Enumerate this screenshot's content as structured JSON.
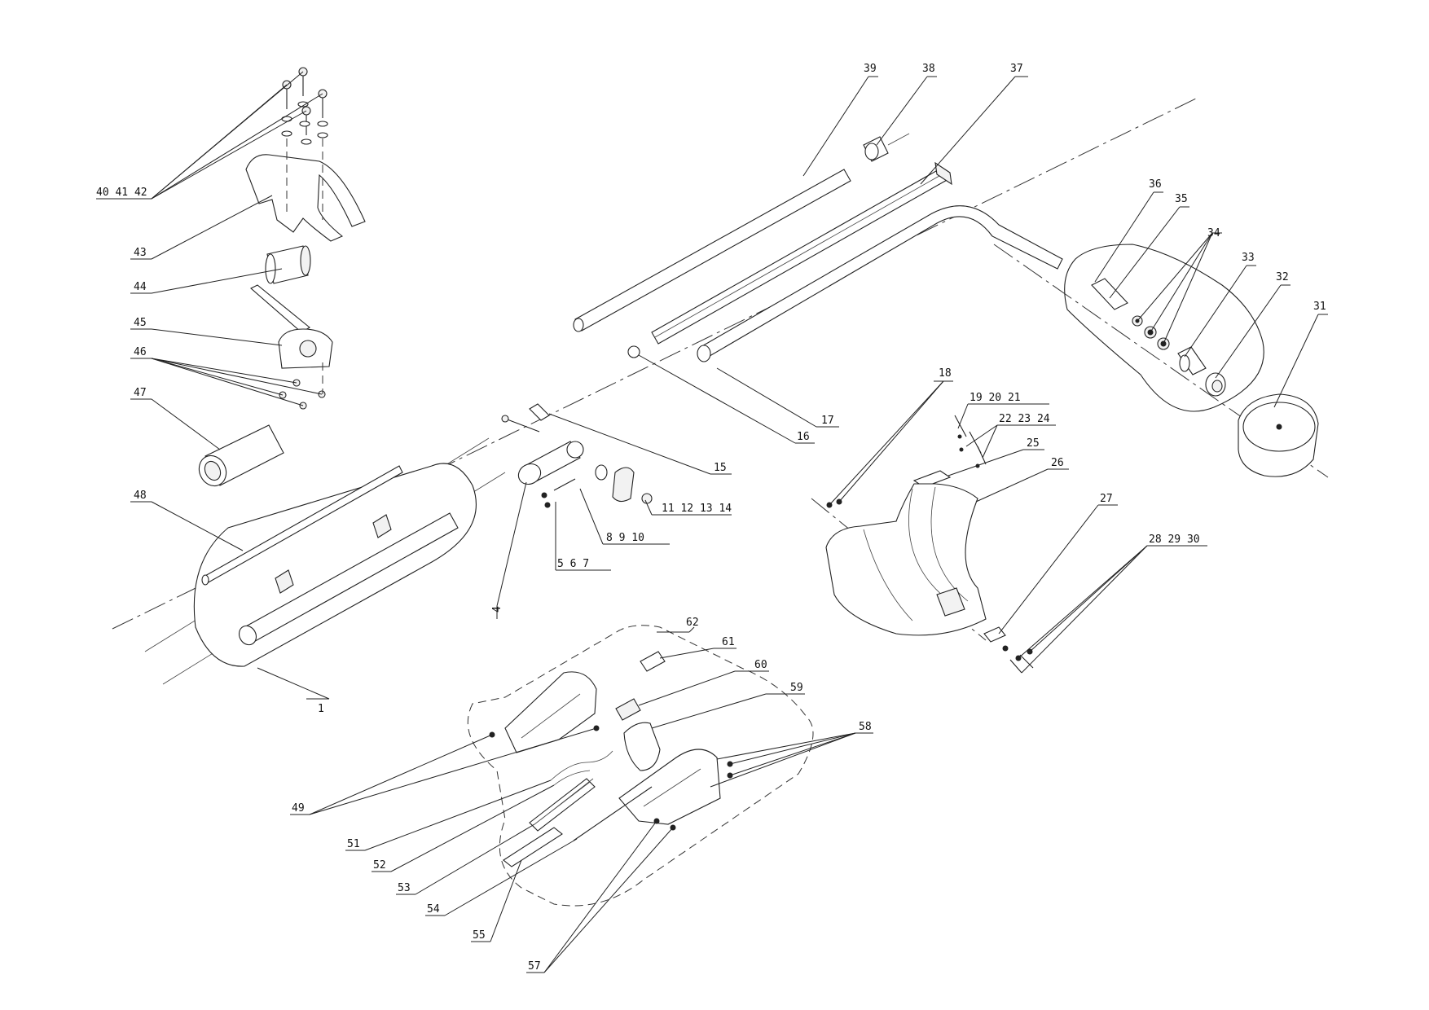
{
  "labels": {
    "l1": "1",
    "l4": "4",
    "l5_7": "5  6  7",
    "l8_10": "8  9  10",
    "l11_14": "11  12  13  14",
    "l15": "15",
    "l16": "16",
    "l17": "17",
    "l18": "18",
    "l19_21": "19  20  21",
    "l22_24": "22  23  24",
    "l25": "25",
    "l26": "26",
    "l27": "27",
    "l28_30": "28  29  30",
    "l31": "31",
    "l32": "32",
    "l33": "33",
    "l34": "34",
    "l35": "35",
    "l36": "36",
    "l37": "37",
    "l38": "38",
    "l39": "39",
    "l40_42": "40  41  42",
    "l43": "43",
    "l44": "44",
    "l45": "45",
    "l46": "46",
    "l47": "47",
    "l48": "48",
    "l49": "49",
    "l51": "51",
    "l52": "52",
    "l53": "53",
    "l54": "54",
    "l55": "55",
    "l57": "57",
    "l58": "58",
    "l59": "59",
    "l60": "60",
    "l61": "61",
    "l62": "62"
  }
}
